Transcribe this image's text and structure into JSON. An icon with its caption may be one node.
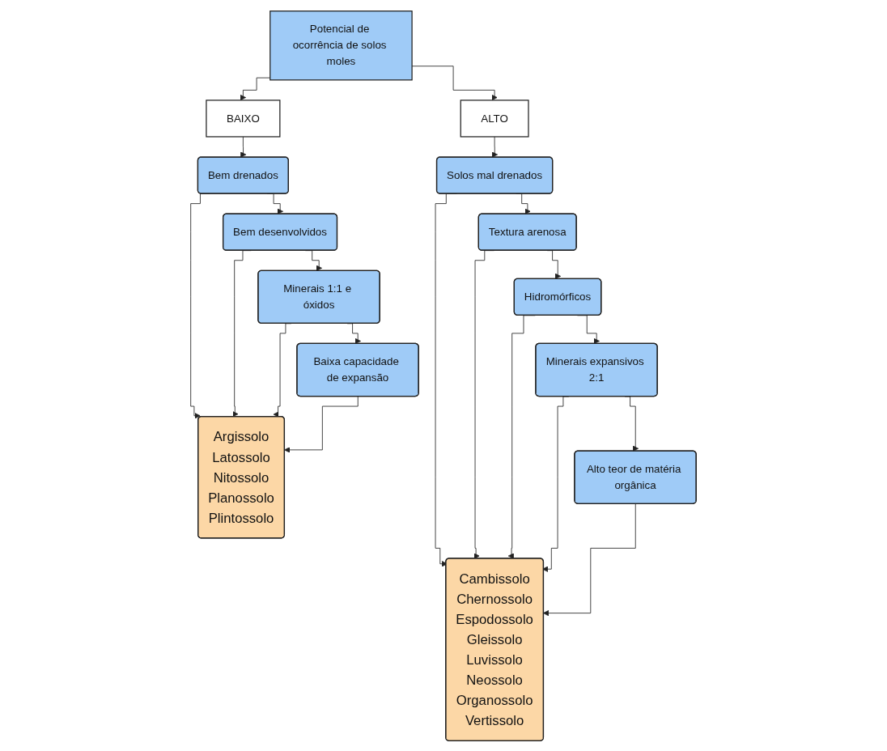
{
  "diagram": {
    "nodes": [
      {
        "text": [
          "Potencial de ocorrência de solos moles"
        ]
      },
      {
        "text": [
          "BAIXO"
        ]
      },
      {
        "text": [
          "ALTO"
        ]
      },
      {
        "text": [
          "Bem drenados"
        ]
      },
      {
        "text": [
          "Bem desenvolvidos"
        ]
      },
      {
        "text": [
          "Minerais 1:1 e óxidos"
        ]
      },
      {
        "text": [
          "Baixa capacidade de expansão"
        ]
      },
      {
        "text": [
          "Argissolo",
          "Latossolo",
          "Nitossolo",
          "Planossolo",
          "Plintossolo"
        ]
      },
      {
        "text": [
          "Solos mal drenados"
        ]
      },
      {
        "text": [
          "Textura arenosa"
        ]
      },
      {
        "text": [
          "Hidromórficos"
        ]
      },
      {
        "text": [
          "Minerais expansivos 2:1"
        ]
      },
      {
        "text": [
          "Alto teor de matéria orgânica"
        ]
      },
      {
        "text": [
          "Cambissolo",
          "Chernossolo",
          "Espodossolo",
          "Gleissolo",
          "Luvissolo",
          "Neossolo",
          "Organossolo",
          "Vertissolo"
        ]
      }
    ],
    "edges": [
      {
        "from": 0,
        "to": 1,
        "arrow": "to"
      },
      {
        "from": 0,
        "to": 2,
        "arrow": "to"
      },
      {
        "from": 1,
        "to": 3,
        "arrow": "to"
      },
      {
        "from": 3,
        "to": 4,
        "arrow": "to"
      },
      {
        "from": 4,
        "to": 5,
        "arrow": "to"
      },
      {
        "from": 5,
        "to": 6,
        "arrow": "to"
      },
      {
        "from": 3,
        "to": 7,
        "arrow": "to"
      },
      {
        "from": 4,
        "to": 7,
        "arrow": "to"
      },
      {
        "from": 5,
        "to": 7,
        "arrow": "to"
      },
      {
        "from": 6,
        "to": 7,
        "arrow": "to"
      },
      {
        "from": 2,
        "to": 8,
        "arrow": "to"
      },
      {
        "from": 8,
        "to": 9,
        "arrow": "to"
      },
      {
        "from": 9,
        "to": 10,
        "arrow": "to"
      },
      {
        "from": 10,
        "to": 11,
        "arrow": "to"
      },
      {
        "from": 11,
        "to": 12,
        "arrow": "to"
      },
      {
        "from": 8,
        "to": 13,
        "arrow": "to"
      },
      {
        "from": 9,
        "to": 13,
        "arrow": "to"
      },
      {
        "from": 10,
        "to": 13,
        "arrow": "to"
      },
      {
        "from": 11,
        "to": 13,
        "arrow": "to"
      },
      {
        "from": 12,
        "to": 13,
        "arrow": "to"
      }
    ]
  }
}
